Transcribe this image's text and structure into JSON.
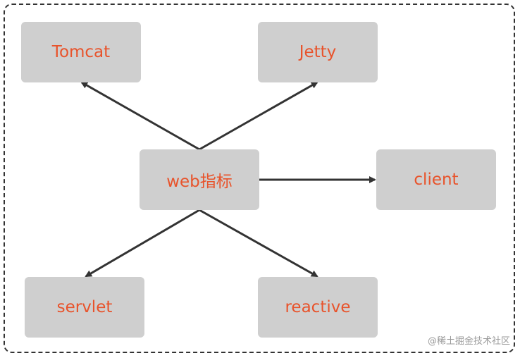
{
  "diagram": {
    "nodes": {
      "center": "web指标",
      "tomcat": "Tomcat",
      "jetty": "Jetty",
      "client": "client",
      "servlet": "servlet",
      "reactive": "reactive"
    },
    "edges": [
      {
        "from": "web指标",
        "to": "Tomcat"
      },
      {
        "from": "web指标",
        "to": "Jetty"
      },
      {
        "from": "web指标",
        "to": "client"
      },
      {
        "from": "web指标",
        "to": "servlet"
      },
      {
        "from": "web指标",
        "to": "reactive"
      }
    ],
    "colors": {
      "node_fill": "#cfcfcf",
      "label_text": "#e8532b",
      "arrow": "#333333",
      "frame_border": "#333333"
    }
  },
  "watermark": "@稀土掘金技术社区"
}
